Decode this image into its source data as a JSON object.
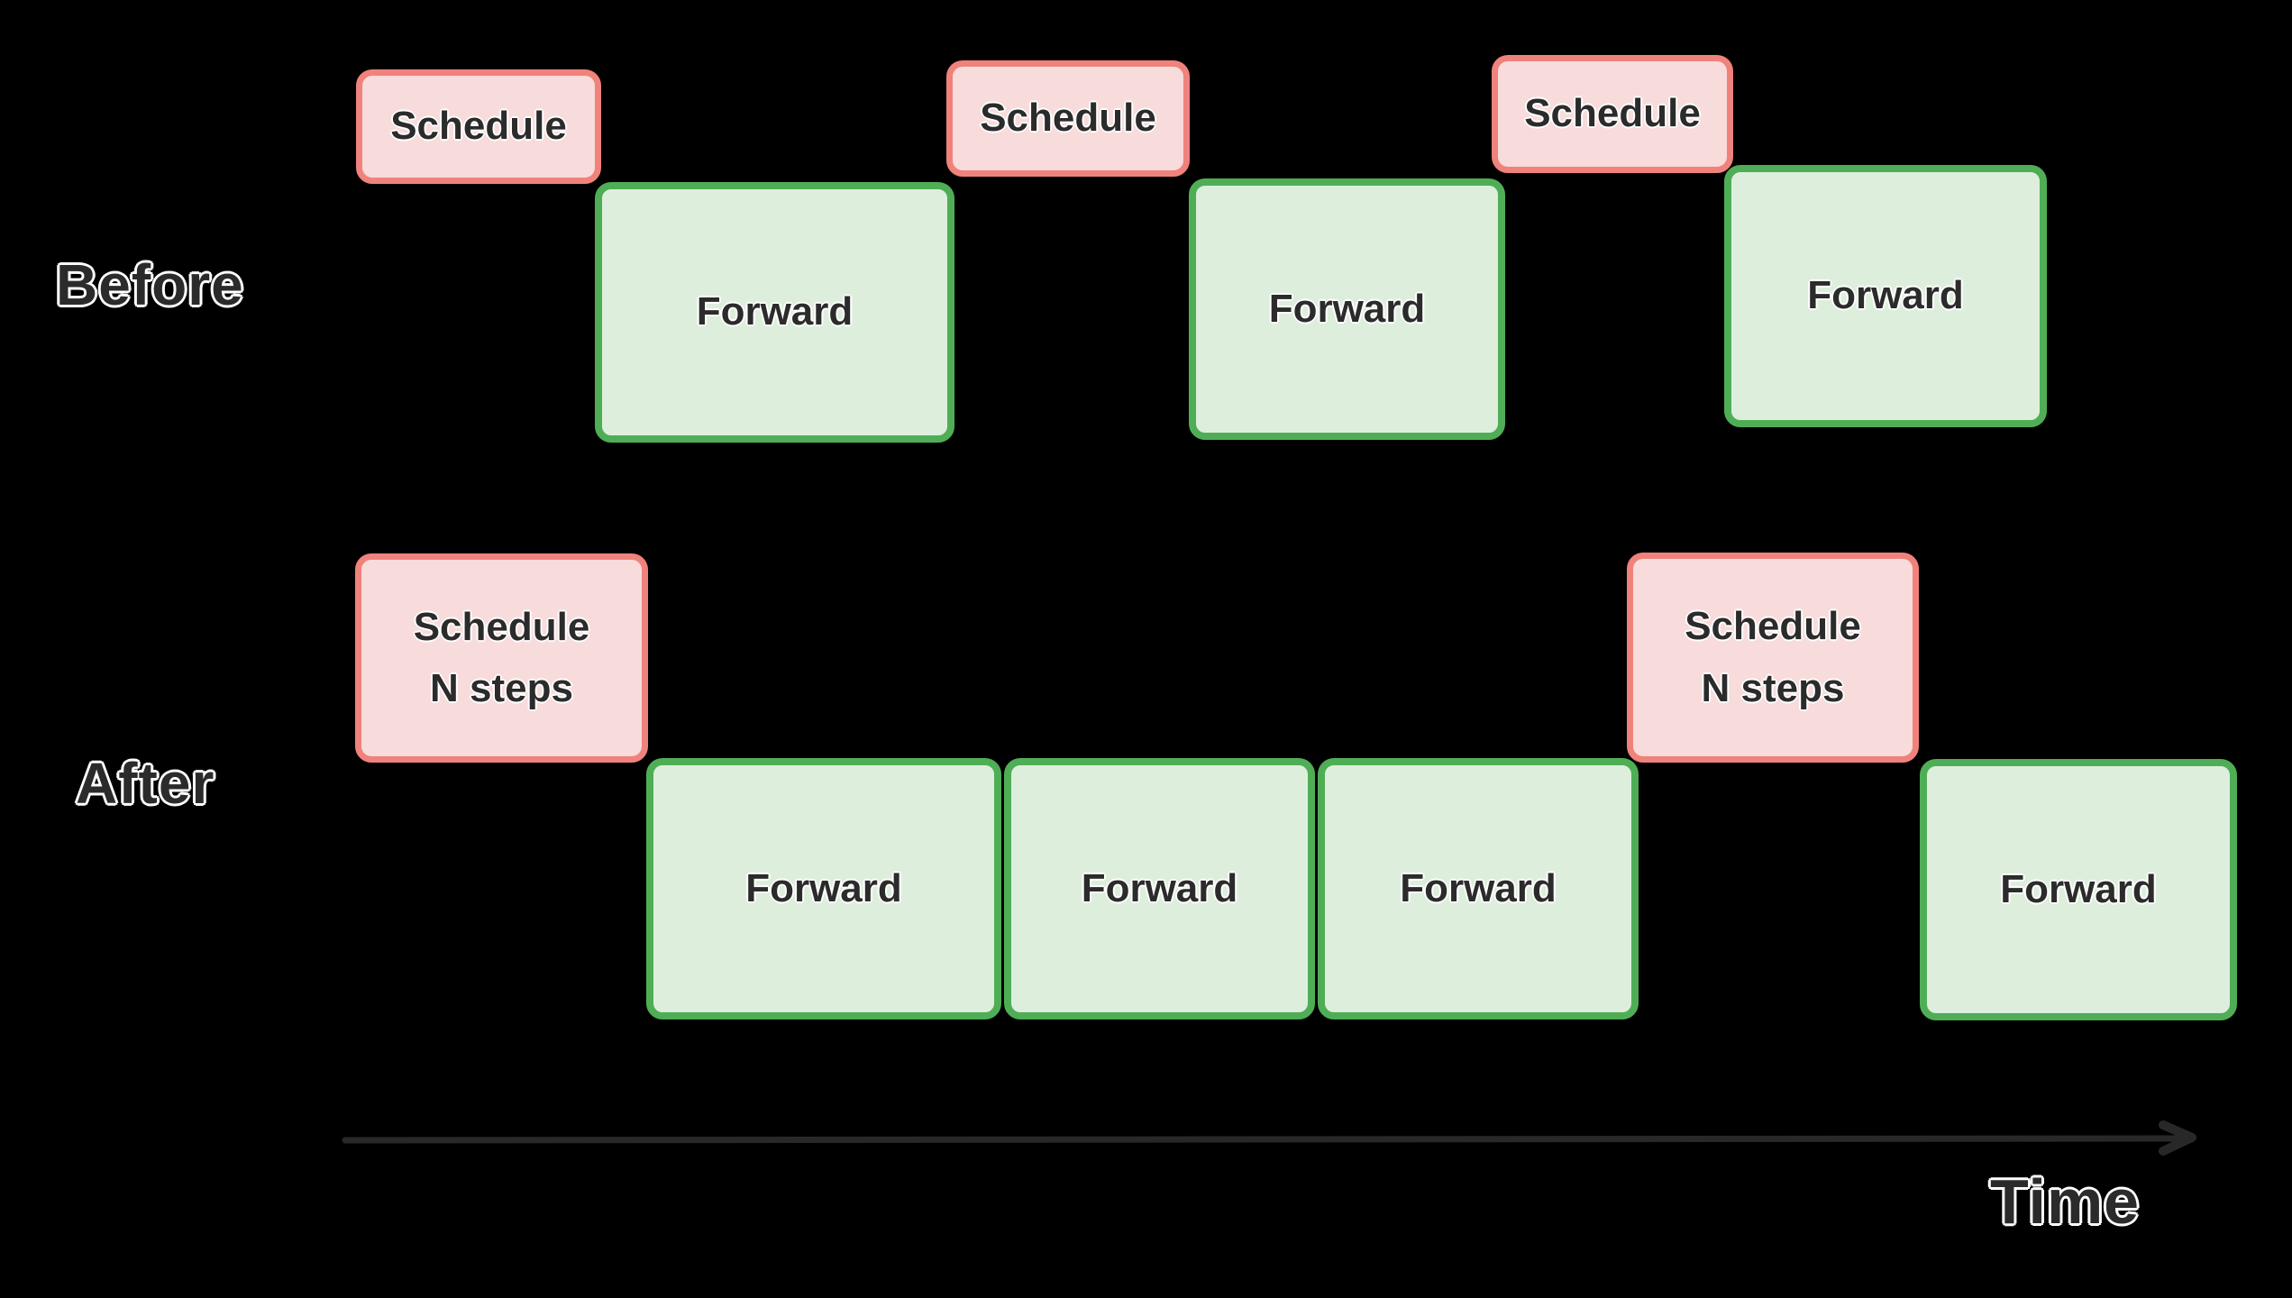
{
  "colors": {
    "background": "#000000",
    "box_text": "#2b2b2b",
    "label_fill": "#2b2b2b",
    "label_outline": "#ffffff",
    "schedule_fill": "#f8dbdb",
    "schedule_border": "#f0827c",
    "forward_fill": "#deeedd",
    "forward_border": "#4fae55",
    "arrow": "#282828"
  },
  "before": {
    "label": "Before",
    "schedule_boxes": [
      "Schedule",
      "Schedule",
      "Schedule"
    ],
    "forward_boxes": [
      "Forward",
      "Forward",
      "Forward"
    ]
  },
  "after": {
    "label": "After",
    "schedule_boxes": [
      "Schedule\nN steps",
      "Schedule\nN steps"
    ],
    "forward_boxes": [
      "Forward",
      "Forward",
      "Forward",
      "Forward"
    ]
  },
  "axis": {
    "label": "Time"
  }
}
